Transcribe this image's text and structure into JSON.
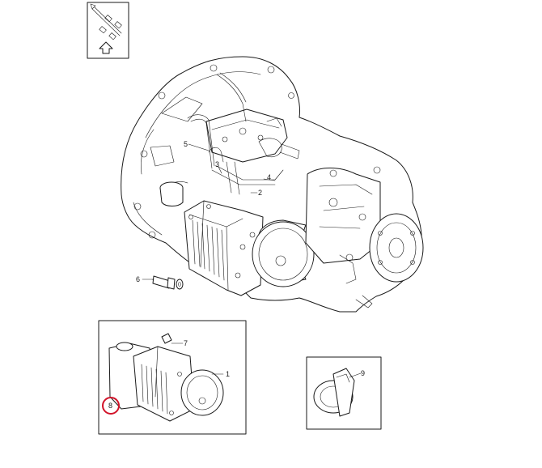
{
  "callouts": {
    "c1_main": "1",
    "c2_main": "2",
    "c3_main": "3",
    "c4_main": "4",
    "c5_main": "5",
    "c6_main": "6",
    "c7_inset": "7",
    "c8_inset": "8",
    "c1_inset": "1",
    "c9_inset": "9"
  },
  "colors": {
    "line": "#1a1a1a",
    "highlight_ring": "#d2142a"
  },
  "icons": {
    "orientation": "vehicle-orientation-icon"
  }
}
